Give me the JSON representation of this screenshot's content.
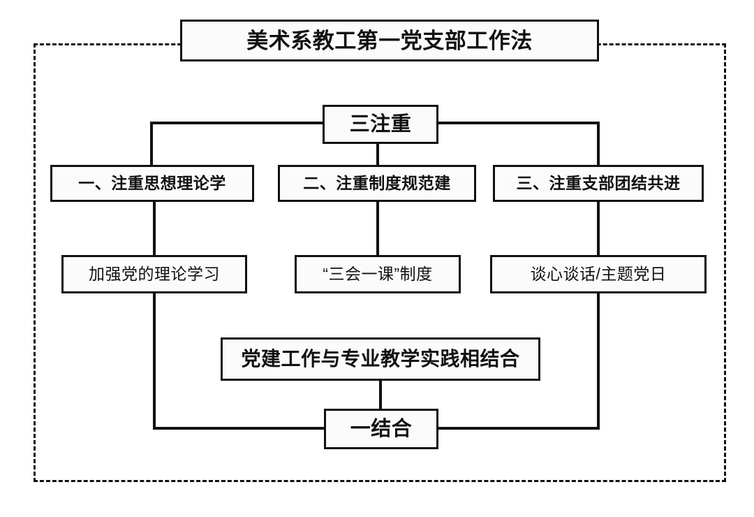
{
  "diagram": {
    "type": "org-chart",
    "title": "美术系教工第一党支部工作法",
    "outer_frame": {
      "style": "dashed",
      "color": "#111111"
    },
    "nodes": {
      "title": "美术系教工第一党支部工作法",
      "san_zhu_zhong": "三注重",
      "level2": [
        "一、注重思想理论学",
        "二、注重制度规范建",
        "三、注重支部团结共进"
      ],
      "level3": [
        "加强党的理论学习",
        "“三会一课”制度",
        "谈心谈话/主题党日"
      ],
      "combine_detail": "党建工作与专业教学实践相结合",
      "yi_jie_he": "一结合"
    },
    "edges": [
      {
        "from": "三注重",
        "to": "一、注重思想理论学"
      },
      {
        "from": "三注重",
        "to": "二、注重制度规范建"
      },
      {
        "from": "三注重",
        "to": "三、注重支部团结共进"
      },
      {
        "from": "一、注重思想理论学",
        "to": "加强党的理论学习"
      },
      {
        "from": "二、注重制度规范建",
        "to": "“三会一课”制度"
      },
      {
        "from": "三、注重支部团结共进",
        "to": "谈心谈话/主题党日"
      },
      {
        "from": "党建工作与专业教学实践相结合",
        "to": "一结合"
      },
      {
        "from": "加强党的理论学习",
        "to": "一结合"
      },
      {
        "from": "谈心谈话/主题党日",
        "to": "一结合"
      }
    ],
    "colors": {
      "line": "#111111",
      "box_fill": "#fbfbfb",
      "background": "#ffffff"
    }
  }
}
